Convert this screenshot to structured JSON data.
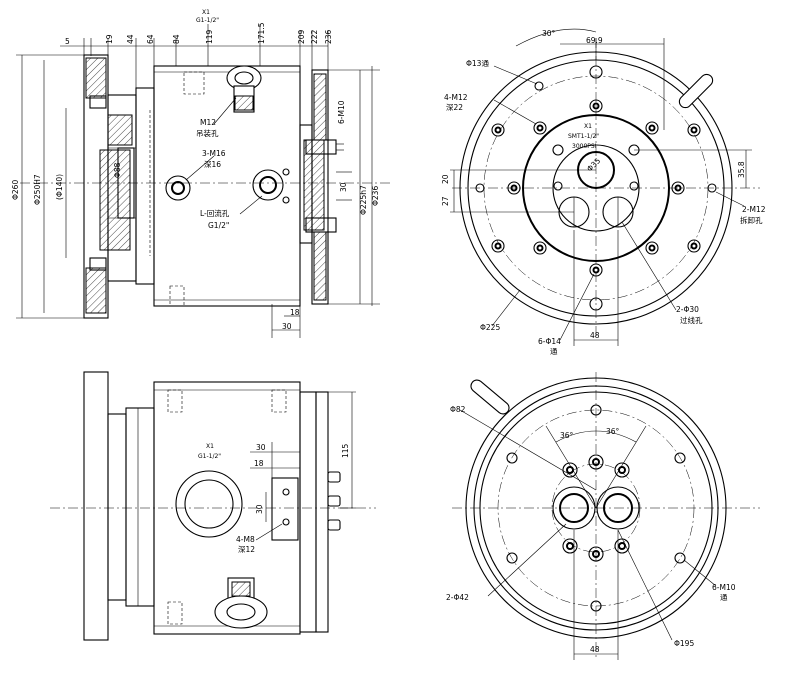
{
  "top_dims": [
    "5",
    "19",
    "44",
    "64",
    "84",
    "119",
    "171.5",
    "209",
    "222",
    "236"
  ],
  "top_x1": "X1",
  "top_g1": "G1-1/2\"",
  "side_dia": [
    "Φ260",
    "Φ250H7",
    "(Φ140)",
    "Φ88"
  ],
  "right_dia": [
    "Φ225h7",
    "Φ236"
  ],
  "callout_m12": "M12",
  "callout_m12_b": "吊装孔",
  "callout_m16": "3-M16",
  "callout_m16_b": "深16",
  "callout_l": "L-回流孔",
  "callout_l_b": "G1/2\"",
  "dim_6m10_side": "6-M10",
  "dim_30_side": "30",
  "dim_18": "18",
  "dim_30_bot": "30",
  "tr_30deg": "30°",
  "tr_699": "69.9",
  "tr_13": "Φ13通",
  "tr_4m12": "4-M12",
  "tr_4m12_b": "深22",
  "tr_x1": "X1",
  "tr_smt": "SMT1-1/2\"",
  "tr_psi": "3000PSI",
  "tr_d35": "Φ35",
  "tr_20": "20",
  "tr_27": "27",
  "tr_358": "35.8",
  "tr_2m12": "2-M12",
  "tr_2m12_b": "拆卸孔",
  "tr_225": "Φ225",
  "tr_6d14": "6-Φ14",
  "tr_6d14_b": "通",
  "tr_48": "48",
  "tr_2d30": "2-Φ30",
  "tr_2d30_b": "过线孔",
  "bl_30": "30",
  "bl_18": "18",
  "bl_30v": "30",
  "bl_115": "115",
  "bl_x1": "X1",
  "bl_g1": "G1-1/2\"",
  "bl_4m8": "4-M8",
  "bl_4m8_b": "深12",
  "br_82": "Φ82",
  "br_36a": "36°",
  "br_36b": "36°",
  "br_2d42": "2-Φ42",
  "br_6m10": "6-M10",
  "br_6m10_b": "通",
  "br_195": "Φ195",
  "br_48": "48"
}
